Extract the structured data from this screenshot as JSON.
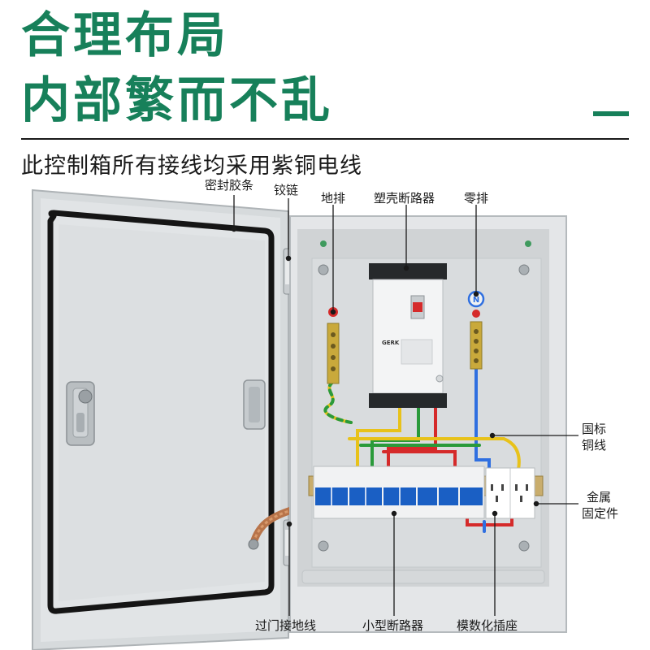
{
  "headline": {
    "line1": "合理布局",
    "line2": "内部繁而不乱"
  },
  "subtitle": "此控制箱所有接线均采用紫铜电线",
  "callouts": {
    "seal_strip": "密封胶条",
    "hinge": "铰链",
    "ground_bar": "地排",
    "mccb": "塑壳断路器",
    "neutral_bar": "零排",
    "copper_wire_line1": "国标",
    "copper_wire_line2": "铜线",
    "metal_rail_line1": "金属",
    "metal_rail_line2": "固定件",
    "door_ground_wire": "过门接地线",
    "mini_breaker": "小型断路器",
    "modular_socket": "模数化插座"
  },
  "device_labels": {
    "neutral_marker": "N",
    "breaker_brand": "GERK"
  },
  "colors": {
    "brand_green": "#17805a",
    "cabinet_gray": "#d9dddf",
    "breaker_blue": "#1a5fc4",
    "wire_yellow": "#e8c21a",
    "wire_green": "#2a9a3a",
    "wire_red": "#d52a2a",
    "wire_blue": "#2f6fe0",
    "seal_black": "#151515"
  }
}
